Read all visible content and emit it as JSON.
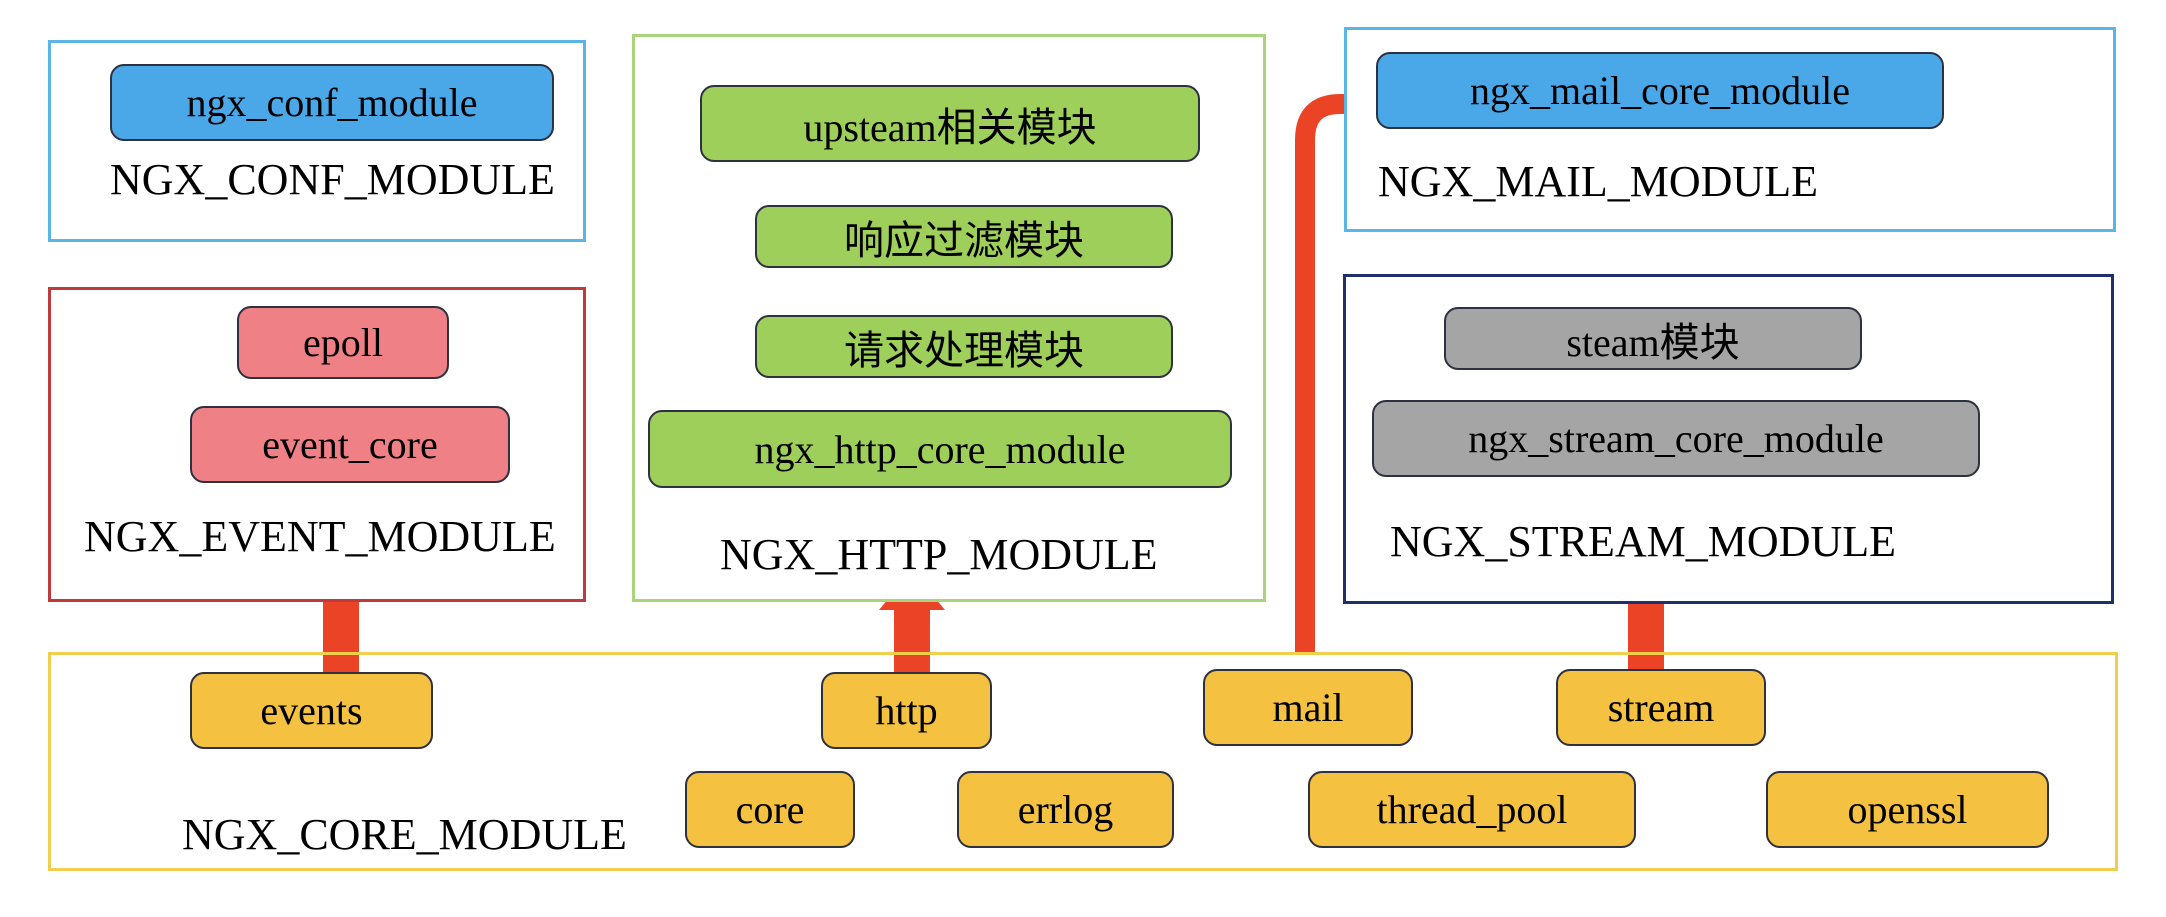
{
  "colors": {
    "conf_border": "#5bb4e6",
    "event_border": "#c0393b",
    "http_border": "#a9d47a",
    "mail_border": "#5bb4e6",
    "stream_border": "#1f2f6b",
    "core_border": "#f0cf4e",
    "arrow": "#ea4326",
    "blue_fill": "#4aa8e8",
    "pink_fill": "#ef8186",
    "green_fill": "#9ecf5a",
    "gray_fill": "#a5a5a5",
    "yellow_fill": "#f4c240"
  },
  "conf": {
    "module": "ngx_conf_module",
    "label": "NGX_CONF_MODULE"
  },
  "event": {
    "modules": [
      "epoll",
      "event_core"
    ],
    "label": "NGX_EVENT_MODULE"
  },
  "http": {
    "modules": [
      "upsteam相关模块",
      "响应过滤模块",
      "请求处理模块",
      "ngx_http_core_module"
    ],
    "label": "NGX_HTTP_MODULE"
  },
  "mail": {
    "module": "ngx_mail_core_module",
    "label": "NGX_MAIL_MODULE"
  },
  "stream": {
    "modules": [
      "steam模块",
      "ngx_stream_core_module"
    ],
    "label": "NGX_STREAM_MODULE"
  },
  "core": {
    "modules": [
      "events",
      "http",
      "mail",
      "stream",
      "core",
      "errlog",
      "thread_pool",
      "openssl"
    ],
    "label": "NGX_CORE_MODULE"
  }
}
